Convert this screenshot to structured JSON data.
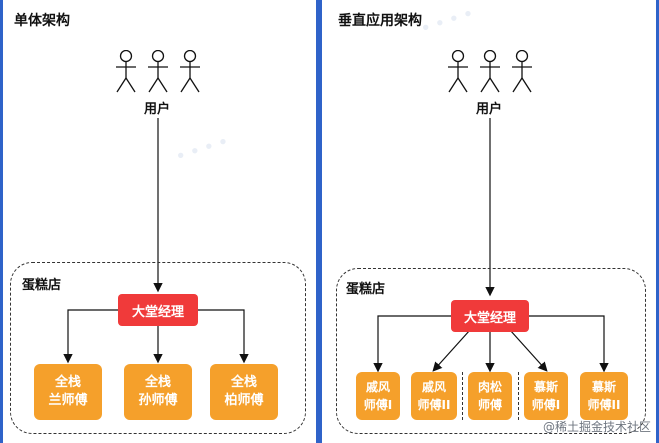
{
  "left": {
    "title": "单体架构",
    "user_label": "用户",
    "store_label": "蛋糕店",
    "manager_label": "大堂经理",
    "workers": [
      {
        "line1": "全栈",
        "line2": "兰师傅"
      },
      {
        "line1": "全栈",
        "line2": "孙师傅"
      },
      {
        "line1": "全栈",
        "line2": "柏师傅"
      }
    ]
  },
  "right": {
    "title": "垂直应用架构",
    "user_label": "用户",
    "store_label": "蛋糕店",
    "manager_label": "大堂经理",
    "workers": [
      {
        "line1": "戚风",
        "line2": "师傅I"
      },
      {
        "line1": "戚风",
        "line2": "师傅II"
      },
      {
        "line1": "肉松",
        "line2": "师傅"
      },
      {
        "line1": "慕斯",
        "line2": "师傅I"
      },
      {
        "line1": "慕斯",
        "line2": "师傅II"
      }
    ]
  },
  "watermark_text": "@稀土掘金技术社区",
  "colors": {
    "manager": "#f03a3a",
    "worker": "#f5a02b",
    "border": "#2f63c9"
  }
}
